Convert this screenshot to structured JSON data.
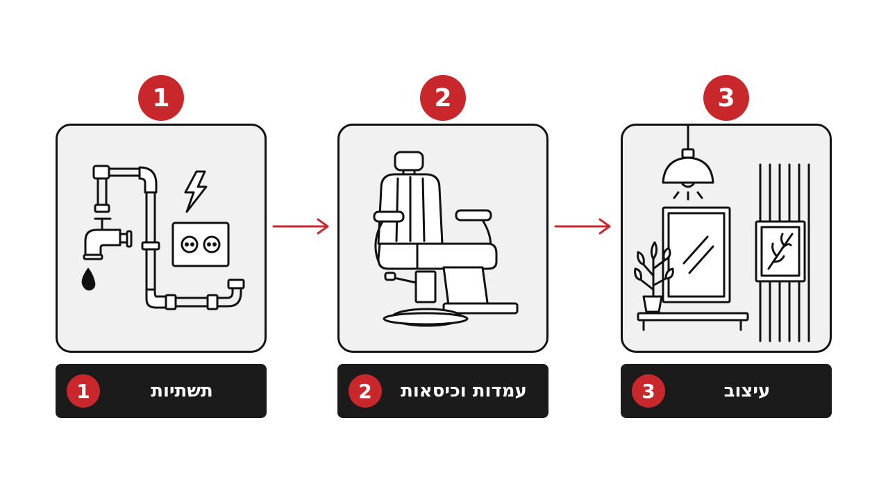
{
  "steps": [
    {
      "number": "1",
      "label": "תשתיות",
      "icon": "plumbing-electrical-icon"
    },
    {
      "number": "2",
      "label": "עמדות וכיסאות",
      "icon": "barber-chair-icon"
    },
    {
      "number": "3",
      "label": "עיצוב",
      "icon": "interior-design-icon"
    }
  ],
  "colors": {
    "accent": "#c8282b",
    "label_bg": "#1c1b1b",
    "card_bg": "#f1f1f1"
  }
}
